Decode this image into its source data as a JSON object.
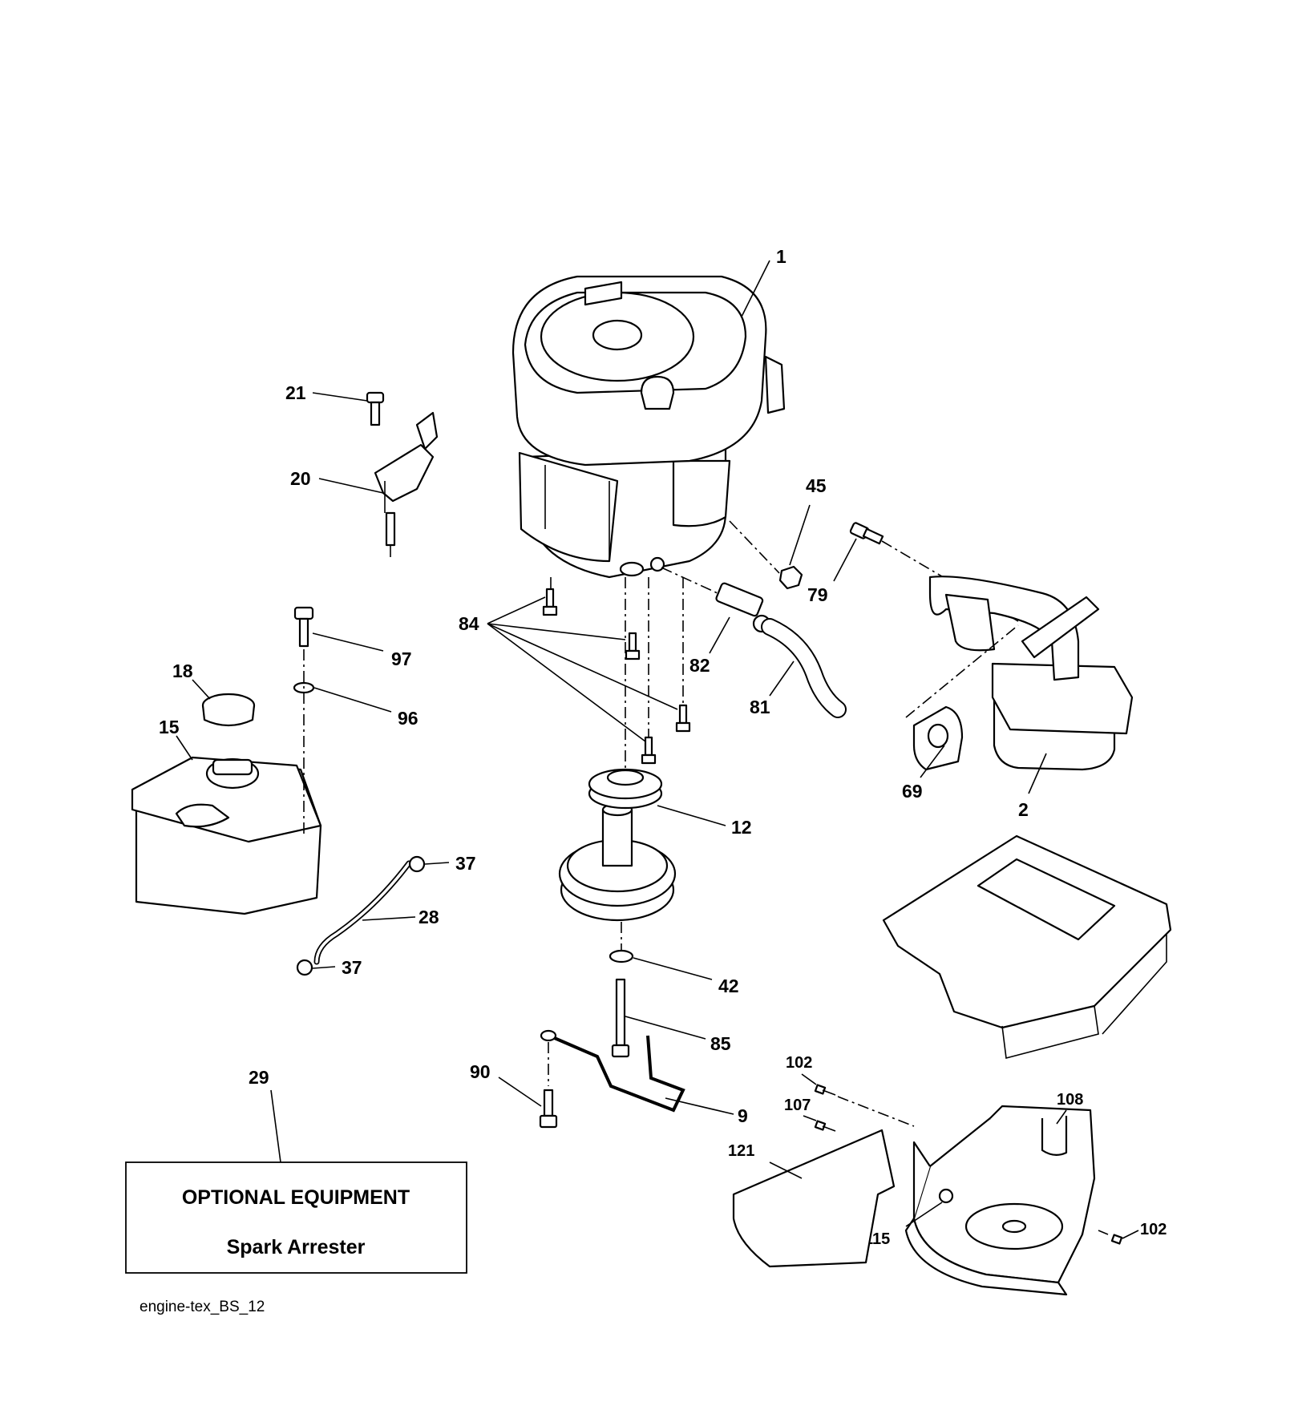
{
  "callouts": {
    "c1": "1",
    "c2": "2",
    "c9": "9",
    "c12": "12",
    "c15": "15",
    "c18": "18",
    "c20": "20",
    "c21": "21",
    "c28": "28",
    "c29": "29",
    "c37a": "37",
    "c37b": "37",
    "c42": "42",
    "c45": "45",
    "c69": "69",
    "c79": "79",
    "c81": "81",
    "c82": "82",
    "c84": "84",
    "c85": "85",
    "c90": "90",
    "c96": "96",
    "c97": "97",
    "c102a": "102",
    "c102b": "102",
    "c107": "107",
    "c108": "108",
    "c115": "115",
    "c121": "121"
  },
  "optional_box": {
    "title": "OPTIONAL EQUIPMENT",
    "item": "Spark Arrester"
  },
  "reference_code": "engine-tex_BS_12"
}
